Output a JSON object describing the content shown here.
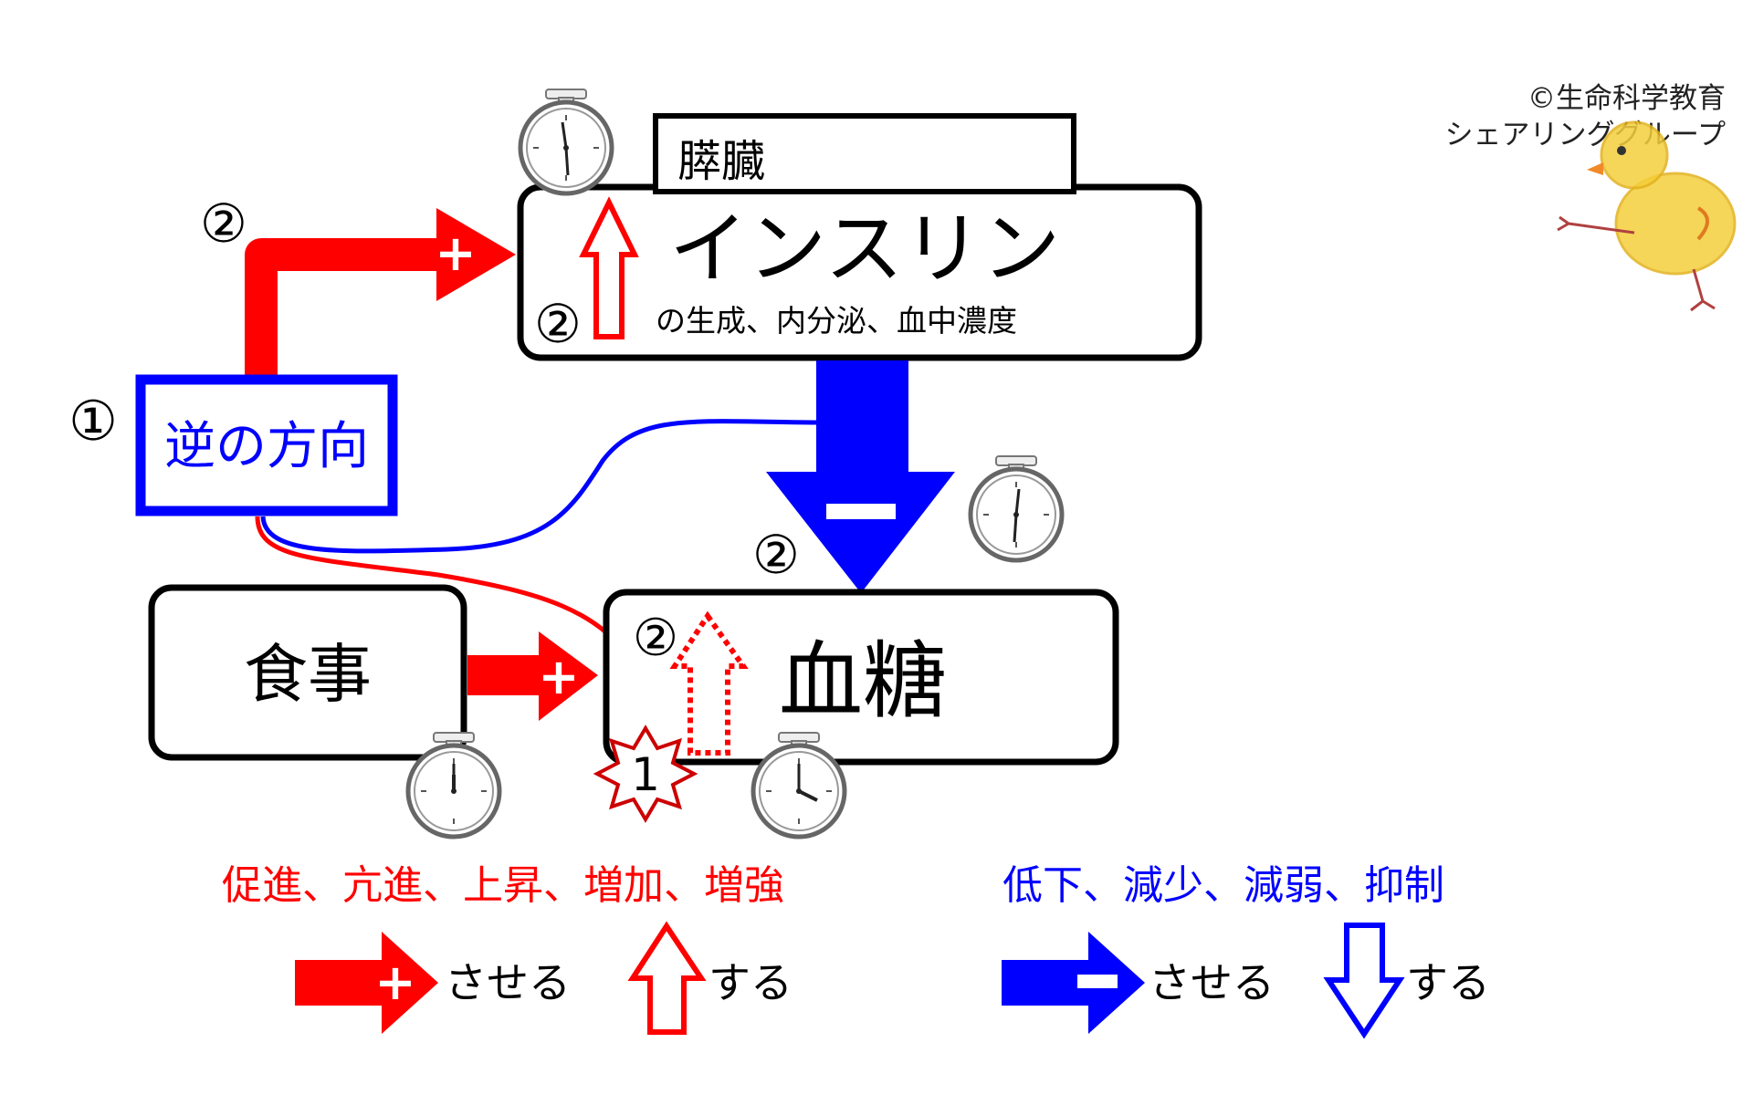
{
  "credit": {
    "line1": "©生命科学教育",
    "line2": "シェアリンググループ"
  },
  "nodes": {
    "pancreas_label": "膵臓",
    "insulin_title": "インスリン",
    "insulin_sub": "の生成、内分泌、血中濃度",
    "reverse_label": "逆の方向",
    "meal_label": "食事",
    "blood_sugar_label": "血糖"
  },
  "markers": {
    "circled_one": "①",
    "circled_two": "②",
    "burst_one": "1",
    "plus": "+",
    "minus": "−"
  },
  "legend": {
    "red_words": "促進、亢進、上昇、増加、増強",
    "blue_words": "低下、減少、減弱、抑制",
    "red_cause": "させる",
    "red_self": "する",
    "blue_cause": "させる",
    "blue_self": "する"
  },
  "colors": {
    "red": "#ff0000",
    "blue": "#0000ff",
    "dark_red": "#cc0000",
    "black": "#000000"
  },
  "icons": {
    "stopwatch": "stopwatch-icon",
    "chick": "chick-illustration"
  }
}
